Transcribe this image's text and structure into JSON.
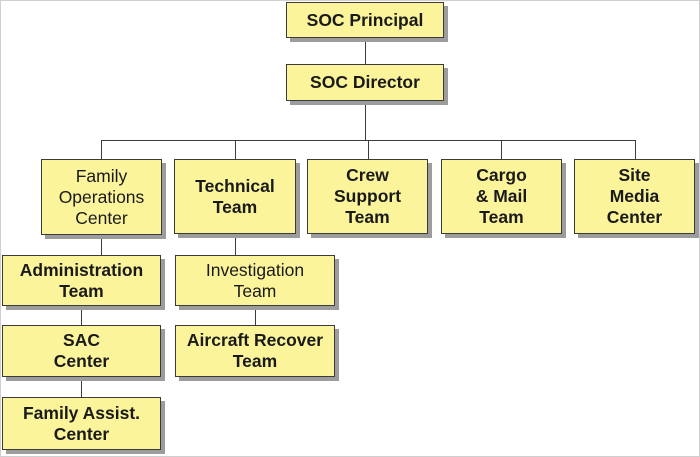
{
  "org_chart": {
    "principal": "SOC Principal",
    "director": "SOC Director",
    "family_ops": "Family\nOperations\nCenter",
    "technical": "Technical\nTeam",
    "crew": "Crew\nSupport\nTeam",
    "cargo": "Cargo\n& Mail\nTeam",
    "media": "Site\nMedia\nCenter",
    "admin": "Administration\nTeam",
    "sac": "SAC\nCenter",
    "family_assist": "Family Assist.\nCenter",
    "investigation": "Investigation\nTeam",
    "aircraft": "Aircraft Recover\nTeam"
  },
  "colors": {
    "box_fill": "#fbf49b",
    "box_border": "#3b3b3b",
    "shadow": "#9c9c9c",
    "connector": "#3b3b3b"
  }
}
